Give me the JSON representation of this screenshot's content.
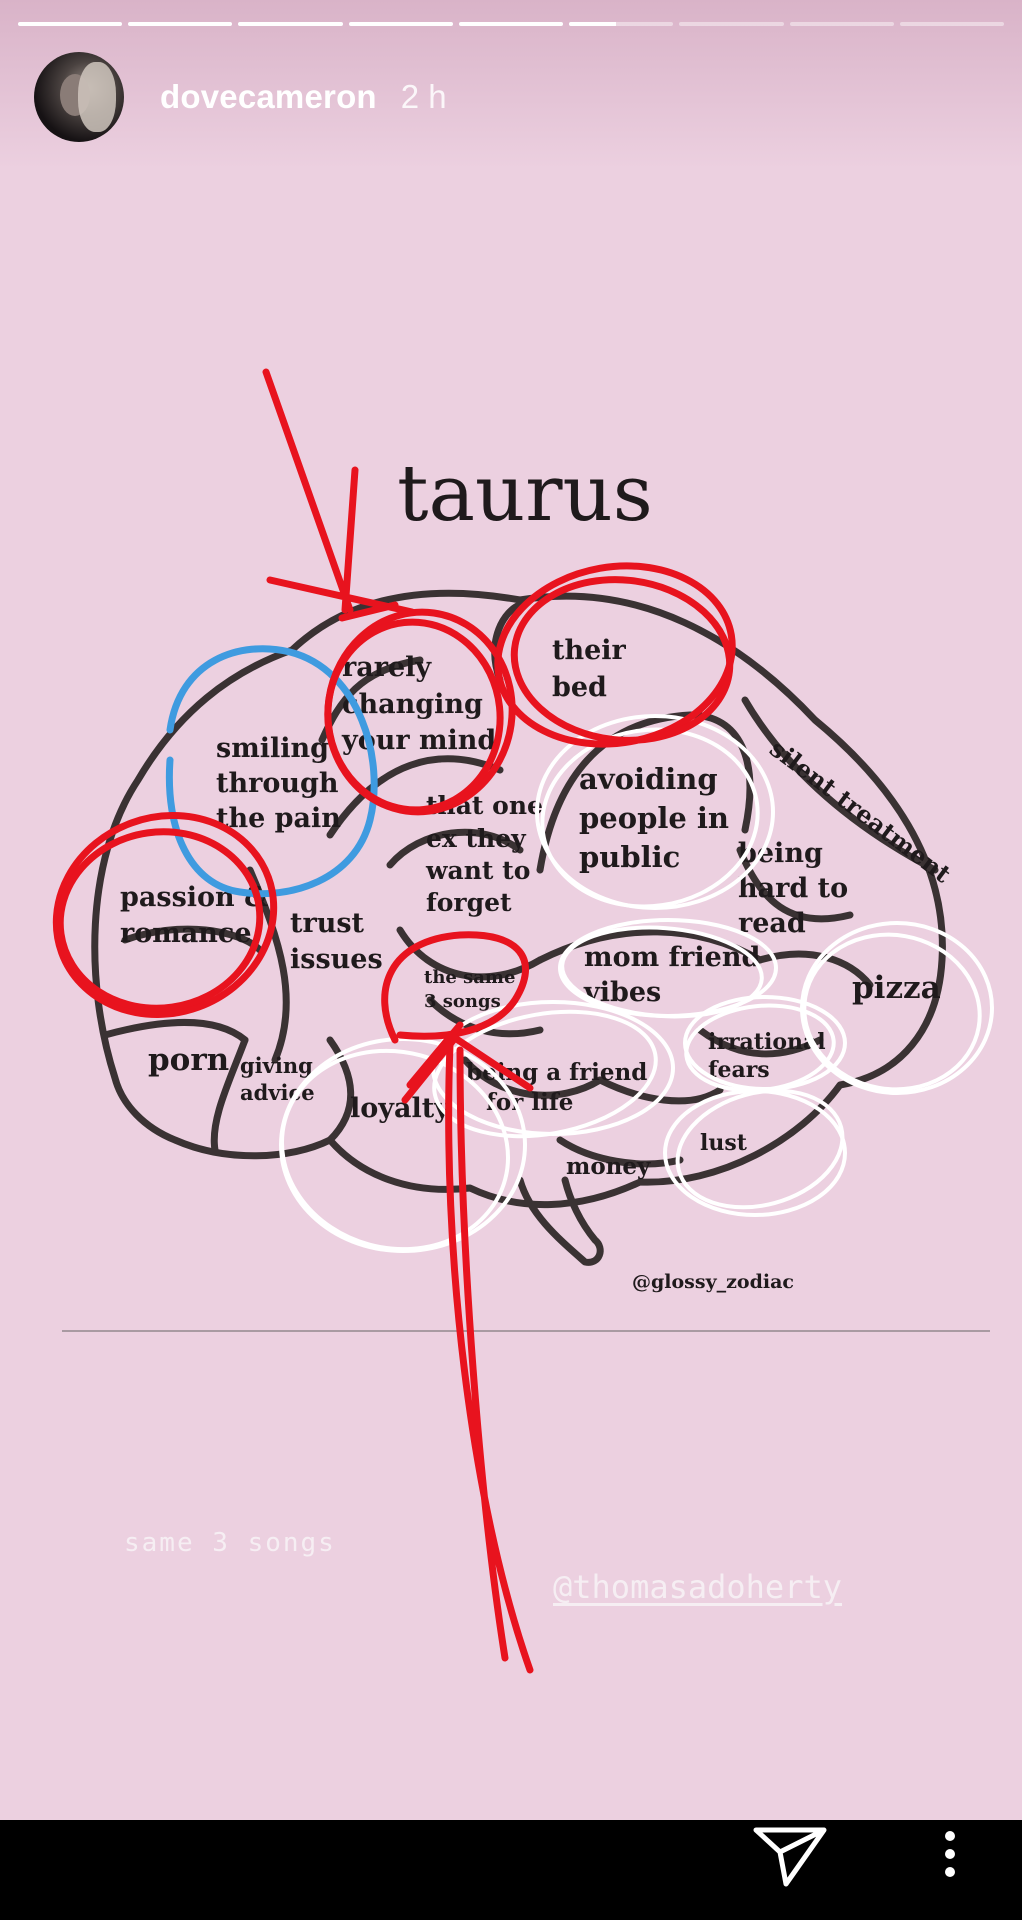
{
  "story": {
    "progress": {
      "segments": 9,
      "current_index": 5,
      "current_fraction": 0.45
    },
    "user": {
      "username": "dovecameron",
      "time": "2 h"
    }
  },
  "graphic": {
    "title": "taurus",
    "regions": [
      "rarely",
      "changing",
      "your mind",
      "their",
      "bed",
      "smiling",
      "through",
      "the pain",
      "that one",
      "ex they",
      "want to",
      "forget",
      "avoiding",
      "people in",
      "public",
      "silent treatment",
      "being",
      "hard to",
      "read",
      "passion &",
      "romance",
      "trust",
      "issues",
      "the same",
      "3 songs",
      "mom friend",
      "vibes",
      "pizza",
      "porn",
      "giving",
      "advice",
      "loyalty",
      "being a friend",
      "for life",
      "irrational",
      "fears",
      "lust",
      "money"
    ],
    "credit": "@glossy_zodiac"
  },
  "caption": "same 3 songs",
  "mention": "@thomasadoherty",
  "colors": {
    "background": "#ecd0e0",
    "red": "#e8131e",
    "blue": "#3f9be0",
    "white": "#ffffff"
  },
  "icons": {
    "share": "paper-plane-icon",
    "more": "more-vertical-icon"
  }
}
